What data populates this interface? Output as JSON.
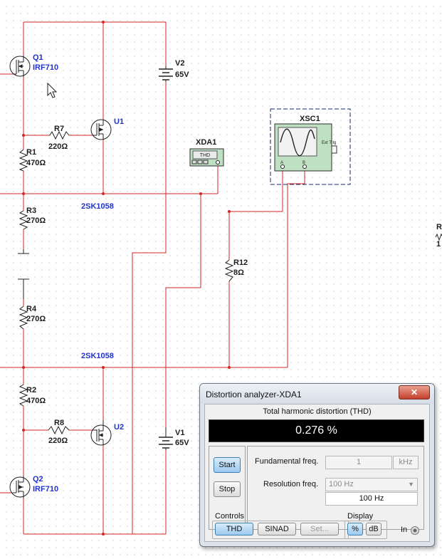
{
  "schematic": {
    "labels": {
      "q1_ref": "Q1",
      "q1_model": "IRF710",
      "q2_ref": "Q2",
      "q2_model": "IRF710",
      "u1_ref": "U1",
      "u2_ref": "U2",
      "u1_model": "2SK1058",
      "u2_model": "2SK1058",
      "v2_ref": "V2",
      "v2_val": "65V",
      "v1_ref": "V1",
      "v1_val": "65V",
      "r7_ref": "R7",
      "r7_val": "220Ω",
      "r8_ref": "R8",
      "r8_val": "220Ω",
      "r1_ref": "R1",
      "r1_val": "470Ω",
      "r2_ref": "R2",
      "r2_val": "470Ω",
      "r3_ref": "R3",
      "r3_val": "270Ω",
      "r4_ref": "R4",
      "r4_val": "270Ω",
      "r12_ref": "R12",
      "r12_val": "8Ω",
      "xda_ref": "XDA1",
      "xda_face": "THD",
      "xsc_ref": "XSC1",
      "xsc_ext": "Ext Trig",
      "xsc_a": "A",
      "xsc_b": "B",
      "edge_r": "R",
      "edge_1": "1"
    },
    "colors": {
      "wire": "#d22626",
      "part_label": "#2233cc",
      "instrument_frame": "#1a2a6c"
    }
  },
  "dialog": {
    "title": "Distortion analyzer-XDA1",
    "close_label": "✕",
    "thd_caption": "Total harmonic distortion (THD)",
    "thd_value": "0.276 %",
    "start_label": "Start",
    "stop_label": "Stop",
    "fundamental_label": "Fundamental freq.",
    "fundamental_value": "1",
    "fundamental_unit": "kHz",
    "resolution_label": "Resolution freq.",
    "resolution_select": "100 Hz",
    "resolution_value": "100 Hz",
    "controls_label": "Controls",
    "thd_button": "THD",
    "sinad_button": "SINAD",
    "set_button": "Set...",
    "display_label": "Display",
    "percent_button": "%",
    "db_button": "dB",
    "in_label": "In"
  }
}
